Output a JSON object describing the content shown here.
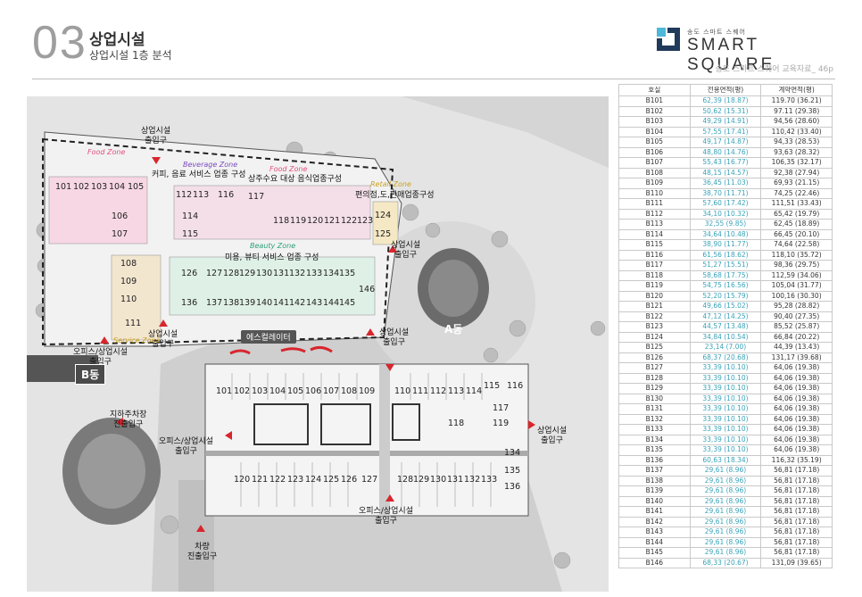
{
  "header": {
    "page_number": "03",
    "title": "상업시설",
    "subtitle": "상업시설 1층 분석"
  },
  "logo": {
    "small_text": "송도 스마트 스퀘어",
    "brand": "SMART SQUARE",
    "caption": "송도 스마트 스퀘어 교육자료_ 46p",
    "mark_colors": [
      "#4db8d8",
      "#1f3a5a"
    ]
  },
  "map": {
    "zones": {
      "food1": "Food Zone",
      "beverage": "Beverage Zone",
      "food2": "Food Zone",
      "retail": "Retail Zone",
      "beauty": "Beauty Zone",
      "service": "Service Zone"
    },
    "zone_descriptions": {
      "beverage": "커피, 음료 서비스 업종 구성",
      "food2": "상주수요 대상 음식업종구성",
      "retail": "편의점,도,판매업종구성",
      "beauty": "미용, 뷰티 서비스 업종 구성"
    },
    "entrances": {
      "top": "상업시설\n출입구",
      "right_top": "상업시설\n출입구",
      "center_left": "상업시설\n출입구",
      "center_right": "상업시설\n출입구",
      "office_left": "오피스/상업시설\n출입구",
      "parking_left": "지하주차장\n진출입구",
      "office_mid": "오피스/상업시설\n출입구",
      "right_lower": "상업시설\n출입구",
      "office_bottom": "오피스/상업시설\n출입구",
      "car": "차량\n진출입구"
    },
    "buildings": {
      "b": "B동",
      "a": "A동"
    },
    "escalator": "에스컬레이터",
    "north_units": {
      "row1": [
        "101",
        "102",
        "103",
        "104",
        "105"
      ],
      "row_106": "106",
      "row_107": "107",
      "col_108": "108",
      "col_109": "109",
      "col_110": "110",
      "unit_111": "111",
      "mid_top": [
        "112",
        "113",
        "116",
        "117"
      ],
      "unit_114": "114",
      "unit_115": "115",
      "east_row": [
        "118",
        "119",
        "120",
        "121",
        "122",
        "123"
      ],
      "unit_124": "124",
      "unit_125": "125",
      "beauty_top": [
        "126",
        "127",
        "128",
        "129",
        "130",
        "131",
        "132",
        "133",
        "134",
        "135"
      ],
      "beauty_bottom": [
        "136",
        "137",
        "138",
        "139",
        "140",
        "141",
        "142",
        "143",
        "144",
        "145"
      ],
      "unit_146": "146"
    },
    "south_units": {
      "top_left": [
        "101",
        "102",
        "103",
        "104",
        "105",
        "106",
        "107",
        "108",
        "109"
      ],
      "top_right": [
        "110",
        "111",
        "112",
        "113",
        "114"
      ],
      "unit_115": "115",
      "unit_116": "116",
      "unit_117": "117",
      "unit_118": "118",
      "unit_119": "119",
      "bottom_left": [
        "120",
        "121",
        "122",
        "123",
        "124",
        "125",
        "126",
        "127"
      ],
      "bottom_right": [
        "128",
        "129",
        "130",
        "131",
        "132",
        "133"
      ],
      "unit_134": "134",
      "unit_135": "135",
      "unit_136": "136"
    }
  },
  "table": {
    "headers": [
      "호실",
      "전용면적(평)",
      "계약면적(평)"
    ],
    "rows": [
      [
        "B101",
        "62,39 (18.87)",
        "119.70 (36.21)"
      ],
      [
        "B102",
        "50,62 (15.31)",
        "97.11 (29.38)"
      ],
      [
        "B103",
        "49,29 (14.91)",
        "94,56 (28.60)"
      ],
      [
        "B104",
        "57,55 (17.41)",
        "110,42 (33.40)"
      ],
      [
        "B105",
        "49,17 (14.87)",
        "94,33 (28.53)"
      ],
      [
        "B106",
        "48,80 (14.76)",
        "93,63 (28.32)"
      ],
      [
        "B107",
        "55,43 (16.77)",
        "106,35 (32.17)"
      ],
      [
        "B108",
        "48,15 (14.57)",
        "92,38 (27.94)"
      ],
      [
        "B109",
        "36,45 (11.03)",
        "69,93 (21.15)"
      ],
      [
        "B110",
        "38,70 (11.71)",
        "74,25 (22.46)"
      ],
      [
        "B111",
        "57,60 (17.42)",
        "111,51 (33.43)"
      ],
      [
        "B112",
        "34,10 (10.32)",
        "65,42 (19.79)"
      ],
      [
        "B113",
        "32,55 (9.85)",
        "62,45 (18.89)"
      ],
      [
        "B114",
        "34,64 (10.48)",
        "66,45 (20.10)"
      ],
      [
        "B115",
        "38,90 (11.77)",
        "74,64 (22.58)"
      ],
      [
        "B116",
        "61,56 (18.62)",
        "118,10 (35.72)"
      ],
      [
        "B117",
        "51,27 (15.51)",
        "98,36 (29.75)"
      ],
      [
        "B118",
        "58,68 (17.75)",
        "112,59 (34.06)"
      ],
      [
        "B119",
        "54,75 (16.56)",
        "105,04 (31.77)"
      ],
      [
        "B120",
        "52,20 (15.79)",
        "100,16 (30.30)"
      ],
      [
        "B121",
        "49,66 (15.02)",
        "95,28 (28.82)"
      ],
      [
        "B122",
        "47,12 (14.25)",
        "90,40 (27.35)"
      ],
      [
        "B123",
        "44,57 (13.48)",
        "85,52 (25.87)"
      ],
      [
        "B124",
        "34,84 (10.54)",
        "66,84 (20.22)"
      ],
      [
        "B125",
        "23,14 (7.00)",
        "44,39 (13.43)"
      ],
      [
        "B126",
        "68,37 (20.68)",
        "131,17 (39.68)"
      ],
      [
        "B127",
        "33,39 (10.10)",
        "64,06 (19.38)"
      ],
      [
        "B128",
        "33,39 (10.10)",
        "64,06 (19.38)"
      ],
      [
        "B129",
        "33,39 (10.10)",
        "64,06 (19.38)"
      ],
      [
        "B130",
        "33,39 (10.10)",
        "64,06 (19.38)"
      ],
      [
        "B131",
        "33,39 (10.10)",
        "64,06 (19.38)"
      ],
      [
        "B132",
        "33,39 (10.10)",
        "64,06 (19.38)"
      ],
      [
        "B133",
        "33,39 (10.10)",
        "64,06 (19.38)"
      ],
      [
        "B134",
        "33,39 (10.10)",
        "64,06 (19.38)"
      ],
      [
        "B135",
        "33,39 (10.10)",
        "64,06 (19.38)"
      ],
      [
        "B136",
        "60,63 (18.34)",
        "116,32 (35.19)"
      ],
      [
        "B137",
        "29,61 (8.96)",
        "56,81 (17.18)"
      ],
      [
        "B138",
        "29,61 (8.96)",
        "56,81 (17.18)"
      ],
      [
        "B139",
        "29,61 (8.96)",
        "56,81 (17.18)"
      ],
      [
        "B140",
        "29,61 (8.96)",
        "56,81 (17.18)"
      ],
      [
        "B141",
        "29,61 (8.96)",
        "56,81 (17.18)"
      ],
      [
        "B142",
        "29,61 (8.96)",
        "56,81 (17.18)"
      ],
      [
        "B143",
        "29,61 (8.96)",
        "56,81 (17.18)"
      ],
      [
        "B144",
        "29,61 (8.96)",
        "56,81 (17.18)"
      ],
      [
        "B145",
        "29,61 (8.96)",
        "56,81 (17.18)"
      ],
      [
        "B146",
        "68,33 (20.67)",
        "131,09 (39.65)"
      ]
    ]
  }
}
